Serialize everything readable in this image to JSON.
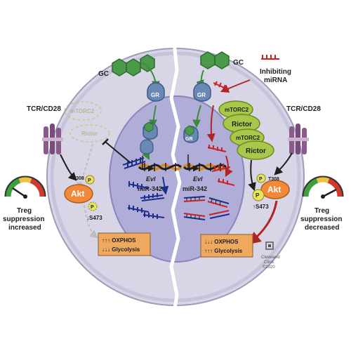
{
  "labels": {
    "gc_left": "GC",
    "gc_right": "GC",
    "inhibiting_1": "Inhibiting",
    "inhibiting_2": "miRNA",
    "tcr_left": "TCR/CD28",
    "tcr_right": "TCR/CD28",
    "gr": "GR",
    "mtorc2": "mTORC2",
    "rictor": "Rictor",
    "evl": "Evl",
    "mir342": "miR-342",
    "akt": "Akt",
    "p": "P",
    "t308": "T308",
    "s473_left": "↓S473",
    "s473_right": "↑S473",
    "treg_left_1": "Treg",
    "treg_left_2": "suppression",
    "treg_left_3": "increased",
    "treg_right_1": "Treg",
    "treg_right_2": "suppression",
    "treg_right_3": "decreased",
    "metab_left_1": "↑↑↑ OXPHOS",
    "metab_left_2": "↓↓↓ Glycolysis",
    "metab_right_1": "↓↓↓ OXPHOS",
    "metab_right_2": "↑↑↑ Glycolysis",
    "credit_1": "Cleveland",
    "credit_2": "Clinic",
    "credit_3": "©2020"
  },
  "colors": {
    "cell_fill": "#d8d6e6",
    "nucleus_fill": "#b0aed9",
    "gr_blue": "#6a88b5",
    "mtorc2_green": "#a9c74a",
    "akt_orange": "#f08a3a",
    "phospho_yellow": "#e8e55a",
    "metab_box": "#efa95e",
    "mirna_blue": "#1a2e8a",
    "mirna_red": "#cc2222",
    "arrow_green": "#3d8a3d",
    "arrow_red": "#b12424"
  },
  "gauges": {
    "left_needle_level": 0.28,
    "right_needle_level": 0.82
  },
  "icons": [
    "glucocorticoid-molecule-icon",
    "receptor-icon",
    "dna-helix-icon",
    "mirna-strand-icon",
    "gauge-icon",
    "cleveland-clinic-logo"
  ]
}
